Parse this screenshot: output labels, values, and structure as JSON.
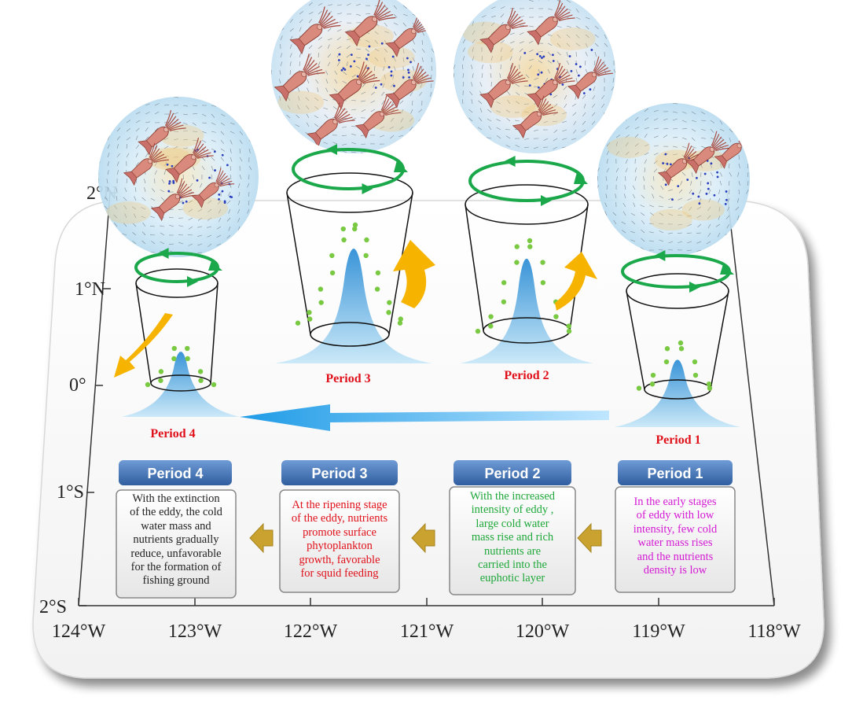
{
  "axes": {
    "y_ticks": [
      "2°N",
      "1°N",
      "0°",
      "1°S",
      "2°S"
    ],
    "x_ticks": [
      "124°W",
      "123°W",
      "122°W",
      "121°W",
      "120°W",
      "119°W",
      "118°W"
    ]
  },
  "eddy_periods": [
    {
      "label": "Period 1"
    },
    {
      "label": "Period 2"
    },
    {
      "label": "Period 3"
    },
    {
      "label": "Period 4"
    }
  ],
  "stage_cards": [
    {
      "title": "Period 4",
      "text_color": "#222222",
      "lines": [
        "With the extinction",
        "of the eddy, the cold",
        "water mass and",
        "nutrients gradually",
        "reduce, unfavorable",
        "for the formation of",
        "fishing ground"
      ]
    },
    {
      "title": "Period 3",
      "text_color": "#e0101a",
      "lines": [
        "At the ripening stage",
        "of the eddy, nutrients",
        "promote surface",
        "phytoplankton",
        "growth,  favorable",
        "for squid feeding"
      ]
    },
    {
      "title": "Period 2",
      "text_color": "#1fa83a",
      "lines": [
        "With the increased",
        "intensity of eddy ,",
        "large cold water",
        "mass rise and rich",
        "nutrients are",
        "carried into the",
        "euphotic layer"
      ]
    },
    {
      "title": "Period 1",
      "text_color": "#d41ad4",
      "lines": [
        "In the early stages",
        "of eddy with low",
        "intensity, few cold",
        "water mass rises",
        "and the nutrients",
        "density is low"
      ]
    }
  ],
  "colors": {
    "eddy_arrow": "#1aa84a",
    "upwelling_arrow": "#f6b400",
    "cone_fill": "#46a3df",
    "nutrient_dots": "#7ac943",
    "header_fill": "#3f6fb0",
    "card_border": "#aaaaaa",
    "progress_arrow": "#1e9be6",
    "stage_arrow": "#c9a230"
  },
  "icons": [
    "squid-icon",
    "eddy-rotation-arrow-icon",
    "upwelling-arrow-icon",
    "nutrient-dot-icon"
  ]
}
